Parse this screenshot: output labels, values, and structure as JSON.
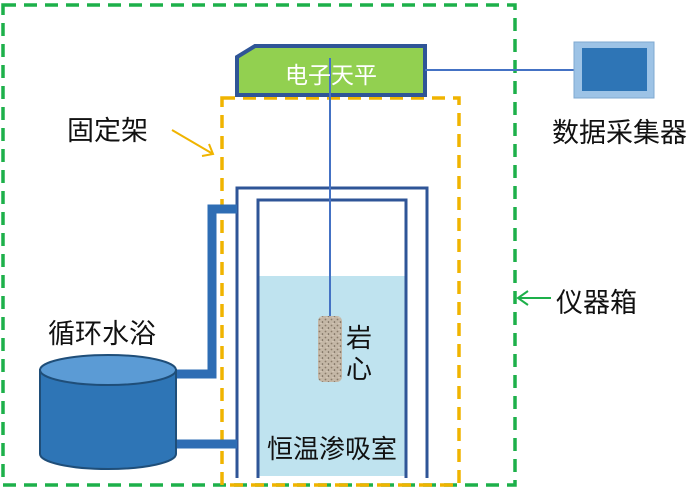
{
  "labels": {
    "balance": "电子天平",
    "data_collector": "数据采集器",
    "stand": "固定架",
    "instrument_box": "仪器箱",
    "water_bath": "循环水浴",
    "core_char1": "岩",
    "core_char2": "心",
    "chamber": "恒温渗吸室"
  },
  "colors": {
    "instrument_box_border": "#1db04a",
    "stand_border": "#f0b400",
    "balance_fill": "#92d050",
    "balance_border": "#2f5597",
    "collector_fill": "#2e75b6",
    "collector_frame": "#9dc3e6",
    "wire": "#4472c4",
    "chamber_wall": "#2f5597",
    "water": "#bfe3ef",
    "bath_body": "#2e75b6",
    "bath_top": "#5b9bd5",
    "bath_border": "#1f4e79",
    "pipe": "#2e6db4",
    "core": "#c4b7a6"
  }
}
